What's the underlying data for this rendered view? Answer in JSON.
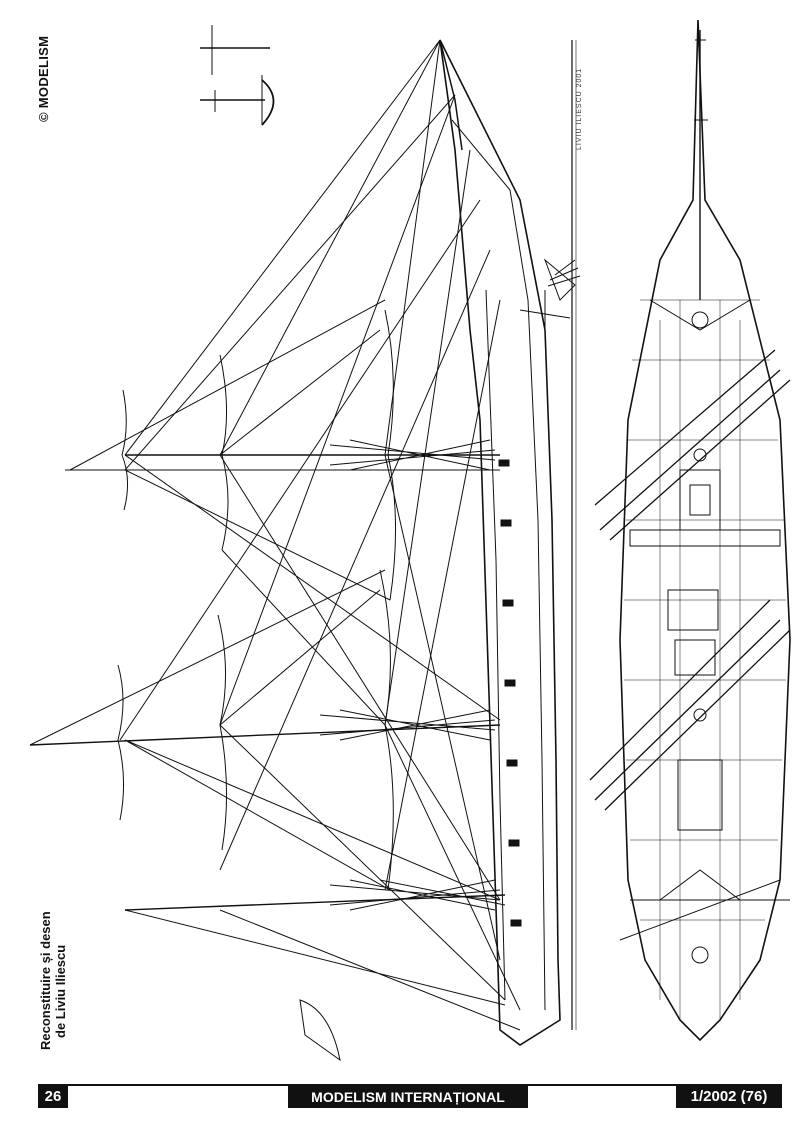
{
  "copyright": "© MODELISM",
  "credit": {
    "line1": "Reconstituire și desen",
    "line2": "de Liviu Iliescu"
  },
  "signature": "LIVIU ILIESCU 2001",
  "footer": {
    "page_number": "26",
    "magazine": "MODELISM INTERNAȚIONAL",
    "issue": "1/2002 (76)"
  },
  "colors": {
    "ink": "#111111",
    "paper": "#ffffff"
  }
}
